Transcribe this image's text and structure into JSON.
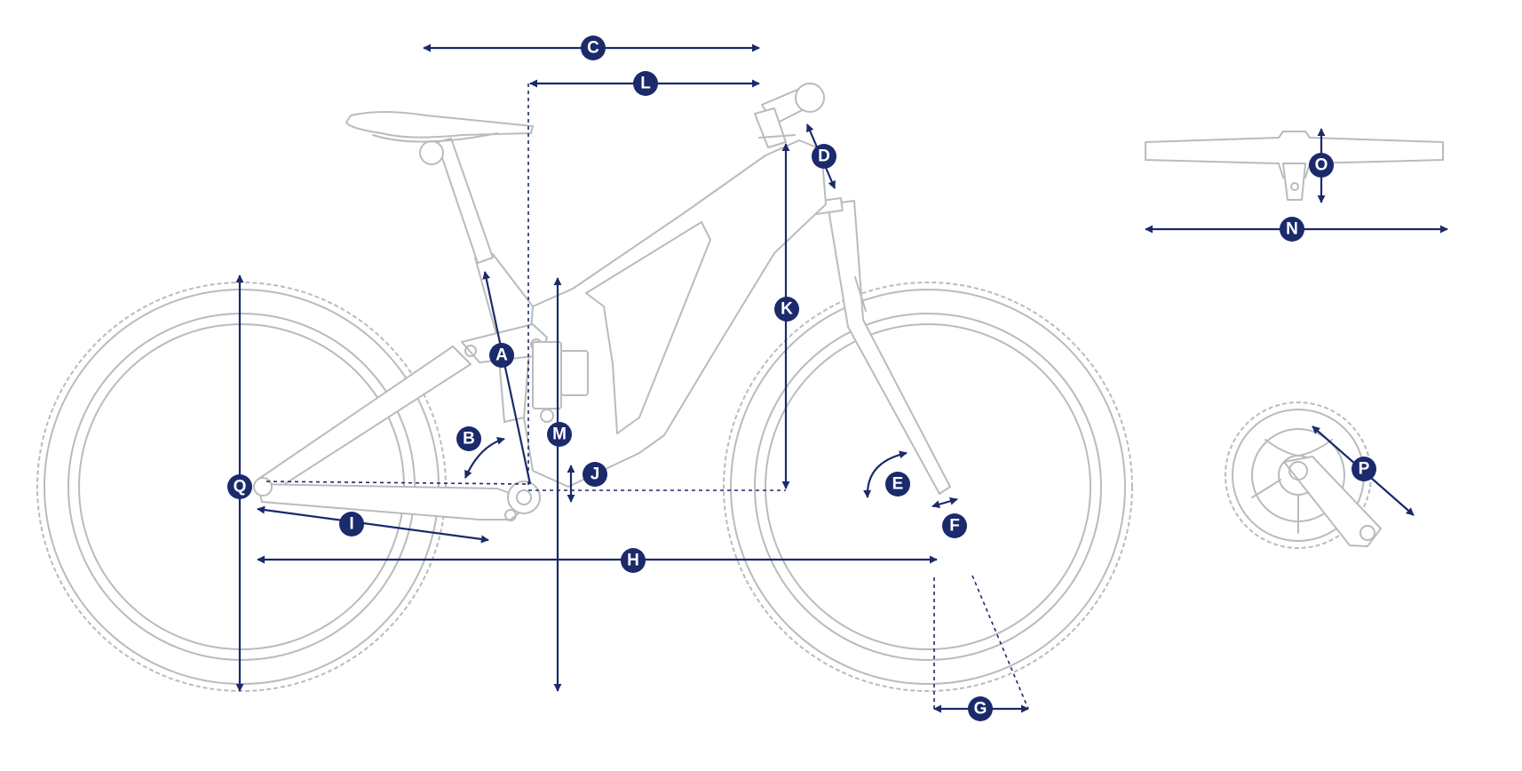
{
  "colors": {
    "ink": "#1b2a6b",
    "frame": "#b9bbbd",
    "background": "#ffffff"
  },
  "labels": {
    "A": "A",
    "B": "B",
    "C": "C",
    "D": "D",
    "E": "E",
    "F": "F",
    "G": "G",
    "H": "H",
    "I": "I",
    "J": "J",
    "K": "K",
    "L": "L",
    "M": "M",
    "N": "N",
    "O": "O",
    "P": "P",
    "Q": "Q"
  }
}
